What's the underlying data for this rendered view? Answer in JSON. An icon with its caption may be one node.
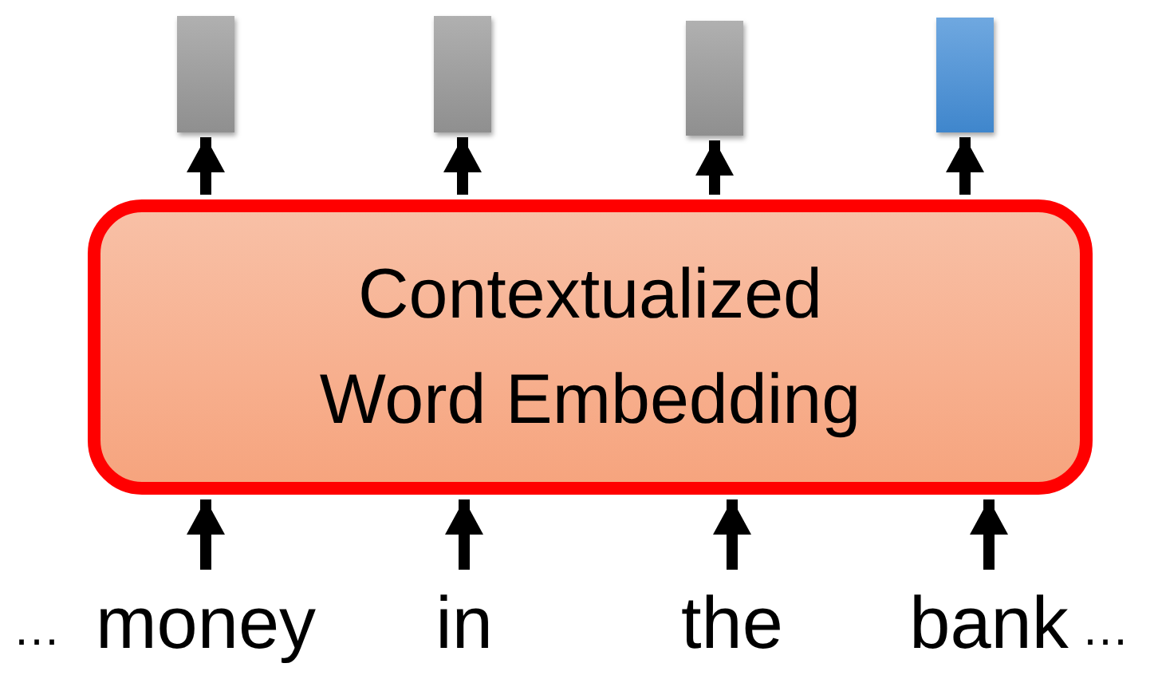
{
  "diagram": {
    "nodes": [
      {
        "text": [
          "Contextualized Word Embedding"
        ]
      },
      {
        "text": [
          "money"
        ]
      },
      {
        "text": [
          "in"
        ]
      },
      {
        "text": [
          "the"
        ]
      },
      {
        "text": [
          "bank"
        ]
      },
      {
        "text": [],
        "shape": "bar"
      },
      {
        "text": [],
        "shape": "bar"
      },
      {
        "text": [],
        "shape": "bar"
      },
      {
        "text": [],
        "shape": "bar"
      }
    ],
    "edges": [
      {
        "from": 1,
        "to": 0,
        "arrow": "to"
      },
      {
        "from": 2,
        "to": 0,
        "arrow": "to"
      },
      {
        "from": 3,
        "to": 0,
        "arrow": "to"
      },
      {
        "from": 4,
        "to": 0,
        "arrow": "to"
      },
      {
        "from": 0,
        "to": 5,
        "arrow": "to"
      },
      {
        "from": 0,
        "to": 6,
        "arrow": "to"
      },
      {
        "from": 0,
        "to": 7,
        "arrow": "to"
      },
      {
        "from": 0,
        "to": 8,
        "arrow": "to"
      }
    ],
    "labels": [
      "…",
      "…"
    ]
  }
}
